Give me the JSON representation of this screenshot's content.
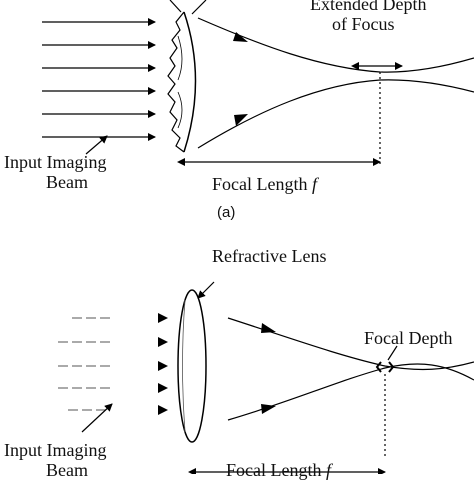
{
  "panel_a": {
    "depth_label_line1": "Extended Depth",
    "depth_label_line2": "of Focus",
    "input_label_line1": "Input Imaging",
    "input_label_line2": "Beam",
    "focal_label": "Focal Length",
    "focal_symbol": "f",
    "caption": "(a)"
  },
  "panel_b": {
    "lens_label": "Refractive Lens",
    "depth_label": "Focal Depth",
    "input_label_line1": "Input Imaging",
    "input_label_line2": "Beam",
    "focal_label": "Focal Length",
    "focal_symbol": "f"
  }
}
